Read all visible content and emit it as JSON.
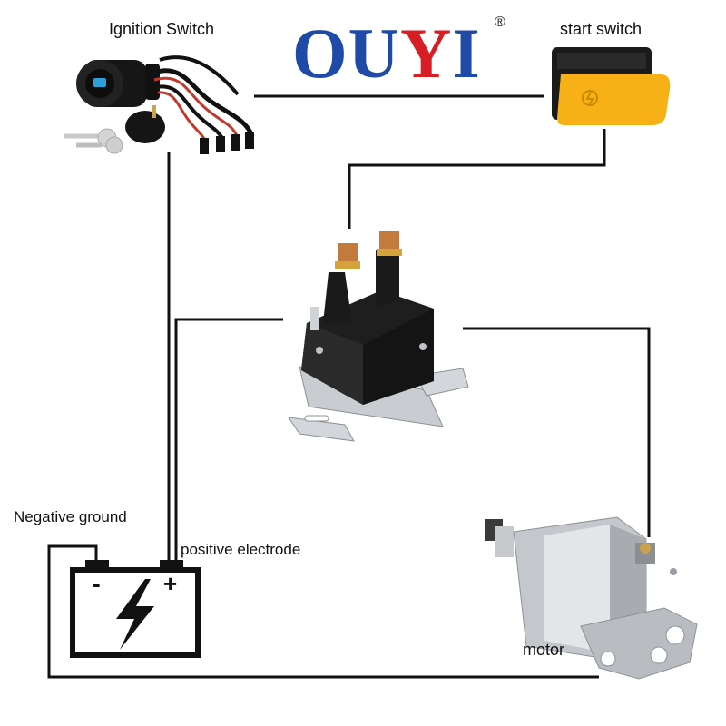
{
  "brand": {
    "logo_part1": "OU",
    "logo_part2": "Y",
    "logo_part3": "I",
    "registered_mark": "®"
  },
  "labels": {
    "ignition_switch": "Ignition Switch",
    "start_switch": "start switch",
    "negative_ground": "Negative ground",
    "positive_electrode": "positive electrode",
    "motor": "motor",
    "battery_minus": "-",
    "battery_plus": "+"
  },
  "colors": {
    "logo_blue": "#1f4aa8",
    "logo_red": "#d81e24",
    "wire": "#111111",
    "start_button": "#f7b117"
  },
  "components": [
    {
      "name": "ignition-switch",
      "icon": "key-switch-icon"
    },
    {
      "name": "start-switch",
      "icon": "push-button-icon"
    },
    {
      "name": "solenoid-relay",
      "icon": "relay-icon"
    },
    {
      "name": "battery",
      "icon": "battery-lightning-icon"
    },
    {
      "name": "starter-motor",
      "icon": "motor-icon"
    }
  ]
}
